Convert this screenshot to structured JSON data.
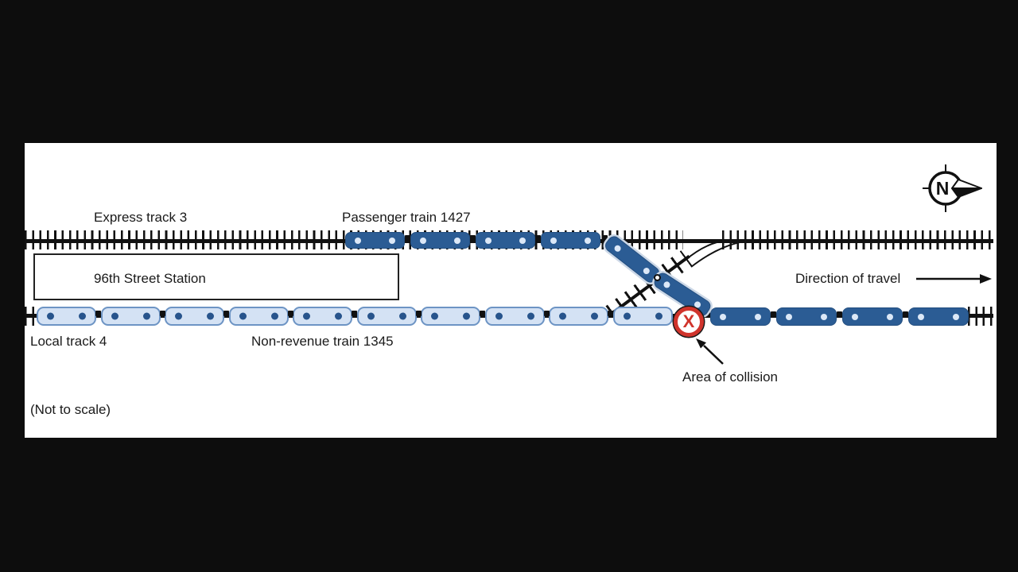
{
  "labels": {
    "express_track": "Express track 3",
    "passenger_train": "Passenger train 1427",
    "station": "96th Street Station",
    "local_track": "Local track 4",
    "nonrevenue_train": "Non-revenue train 1345",
    "direction_of_travel": "Direction of travel",
    "area_of_collision": "Area of collision",
    "not_to_scale": "(Not to scale)",
    "compass_north": "N",
    "collision_mark": "X"
  },
  "trains": {
    "passenger_1427": {
      "straight_cars": 4,
      "derailed_cars": 2,
      "forward_cars_on_local_track": 4
    },
    "nonrevenue_1345": {
      "cars": 10
    }
  },
  "colors": {
    "page_background": "#0d0d0d",
    "panel_background": "#ffffff",
    "track_ink": "#111111",
    "train_dark_blue": "#2b5c94",
    "train_light_blue_fill": "#d4e2f4",
    "train_light_blue_border": "#6d94c4",
    "axle_dot_dark": "#27548c",
    "axle_dot_light": "#dce8f7",
    "collision_red": "#d0342c"
  }
}
